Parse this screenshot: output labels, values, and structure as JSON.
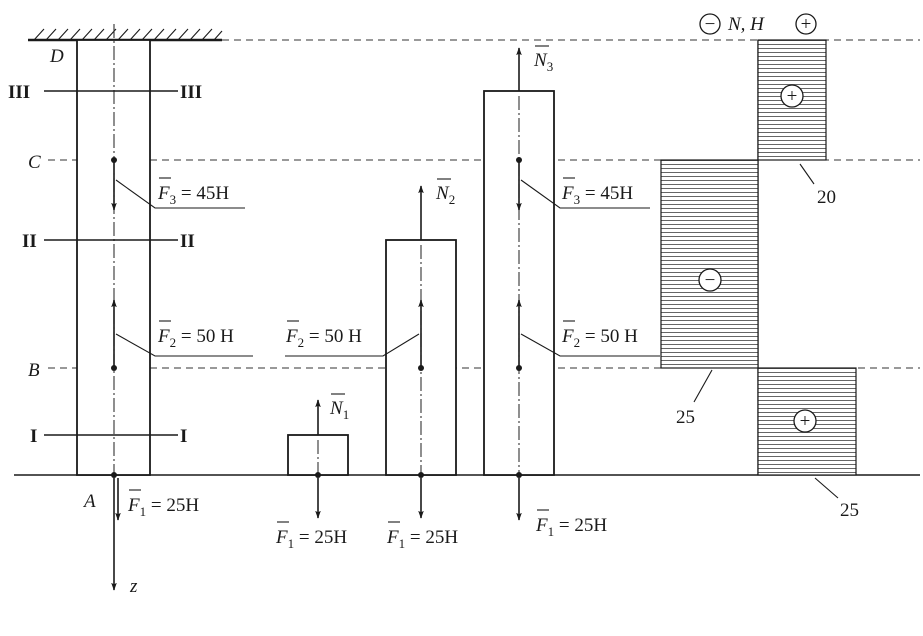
{
  "points": {
    "D": "D",
    "C": "C",
    "B": "B",
    "A": "A"
  },
  "sections": {
    "I": "I",
    "II": "II",
    "III": "III"
  },
  "axis_label": "z",
  "forces": {
    "F1": {
      "symbol": "F",
      "sub": "1",
      "rest": " = 25H",
      "value": 25
    },
    "F2": {
      "symbol": "F",
      "sub": "2",
      "rest": " = 50 H",
      "value": 50
    },
    "F3": {
      "symbol": "F",
      "sub": "3",
      "rest": " = 45H",
      "value": 45
    }
  },
  "internal": {
    "N1": {
      "symbol": "N",
      "sub": "1"
    },
    "N2": {
      "symbol": "N",
      "sub": "2"
    },
    "N3": {
      "symbol": "N",
      "sub": "3"
    }
  },
  "diagram": {
    "header_minus": "−",
    "header_text": "N, H",
    "header_plus": "+",
    "segments": [
      {
        "segment": "CD",
        "N": 20,
        "sign": "+",
        "label": "20"
      },
      {
        "segment": "BC",
        "N": -25,
        "sign": "−",
        "label": "25"
      },
      {
        "segment": "AB",
        "N": 25,
        "sign": "+",
        "label": "25"
      }
    ]
  }
}
